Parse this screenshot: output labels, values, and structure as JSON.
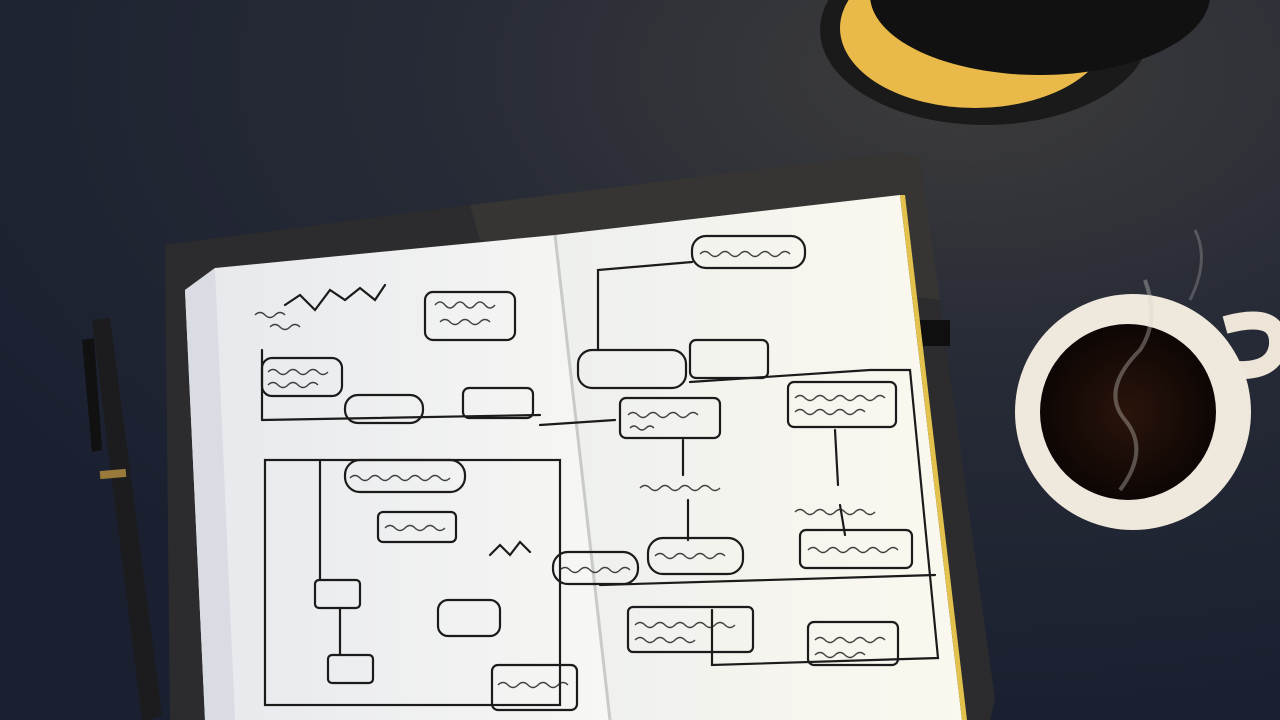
{
  "scene": {
    "description_colors": {
      "desk": "#252a36",
      "lamp_light": "#e9b949",
      "notebook_cover": "#2b2b2d",
      "page": "#f4f3ee",
      "ink": "#1b1b1b",
      "coffee": "#1a0d08",
      "mug": "#f1ebe0"
    },
    "objects": [
      "desk-lamp",
      "notebook",
      "pen",
      "coffee-mug"
    ]
  }
}
